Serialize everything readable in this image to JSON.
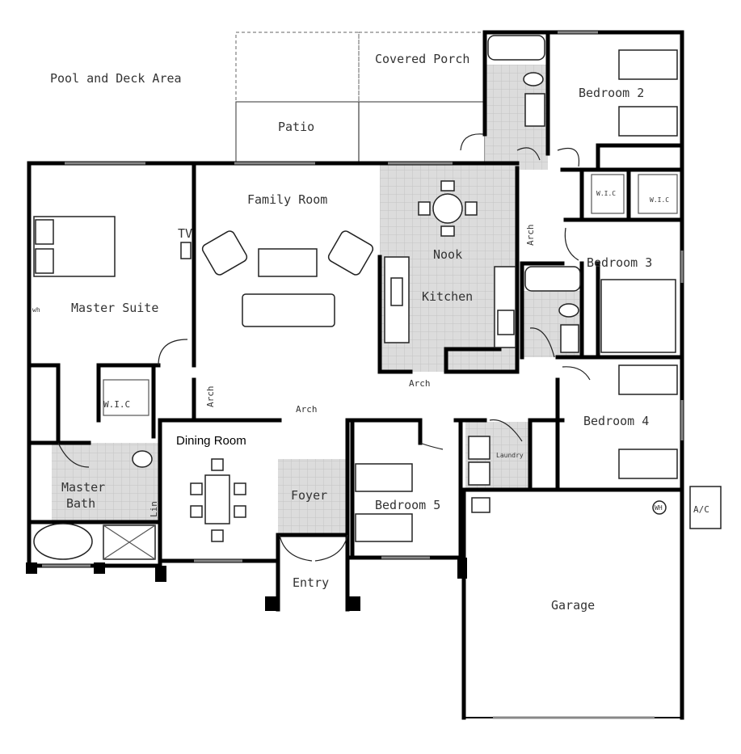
{
  "labels": {
    "pool_deck": "Pool and Deck Area",
    "covered_porch": "Covered Porch",
    "patio": "Patio",
    "bedroom_2": "Bedroom 2",
    "family_room": "Family Room",
    "nook": "Nook",
    "arch_nook": "Arch",
    "tv": "TV",
    "bedroom_3": "Bedroom 3",
    "kitchen": "Kitchen",
    "master_suite": "Master Suite",
    "wh": "wh",
    "wic_master": "W.I.C",
    "wic_bed2_a": "W.I.C",
    "wic_bed2_b": "W.I.C",
    "arch_family": "Arch",
    "arch_kitchen": "Arch",
    "arch_dining": "Arch",
    "bedroom_4": "Bedroom 4",
    "dining_room": "Dining Room",
    "laundry": "Laundry",
    "master_bath": "Master\nBath",
    "master_bath_line1": "Master",
    "master_bath_line2": "Bath",
    "linen": "Lin",
    "foyer": "Foyer",
    "bedroom_5": "Bedroom 5",
    "ac": "A/C",
    "entry": "Entry",
    "garage": "Garage",
    "wh_garage": "WH"
  }
}
